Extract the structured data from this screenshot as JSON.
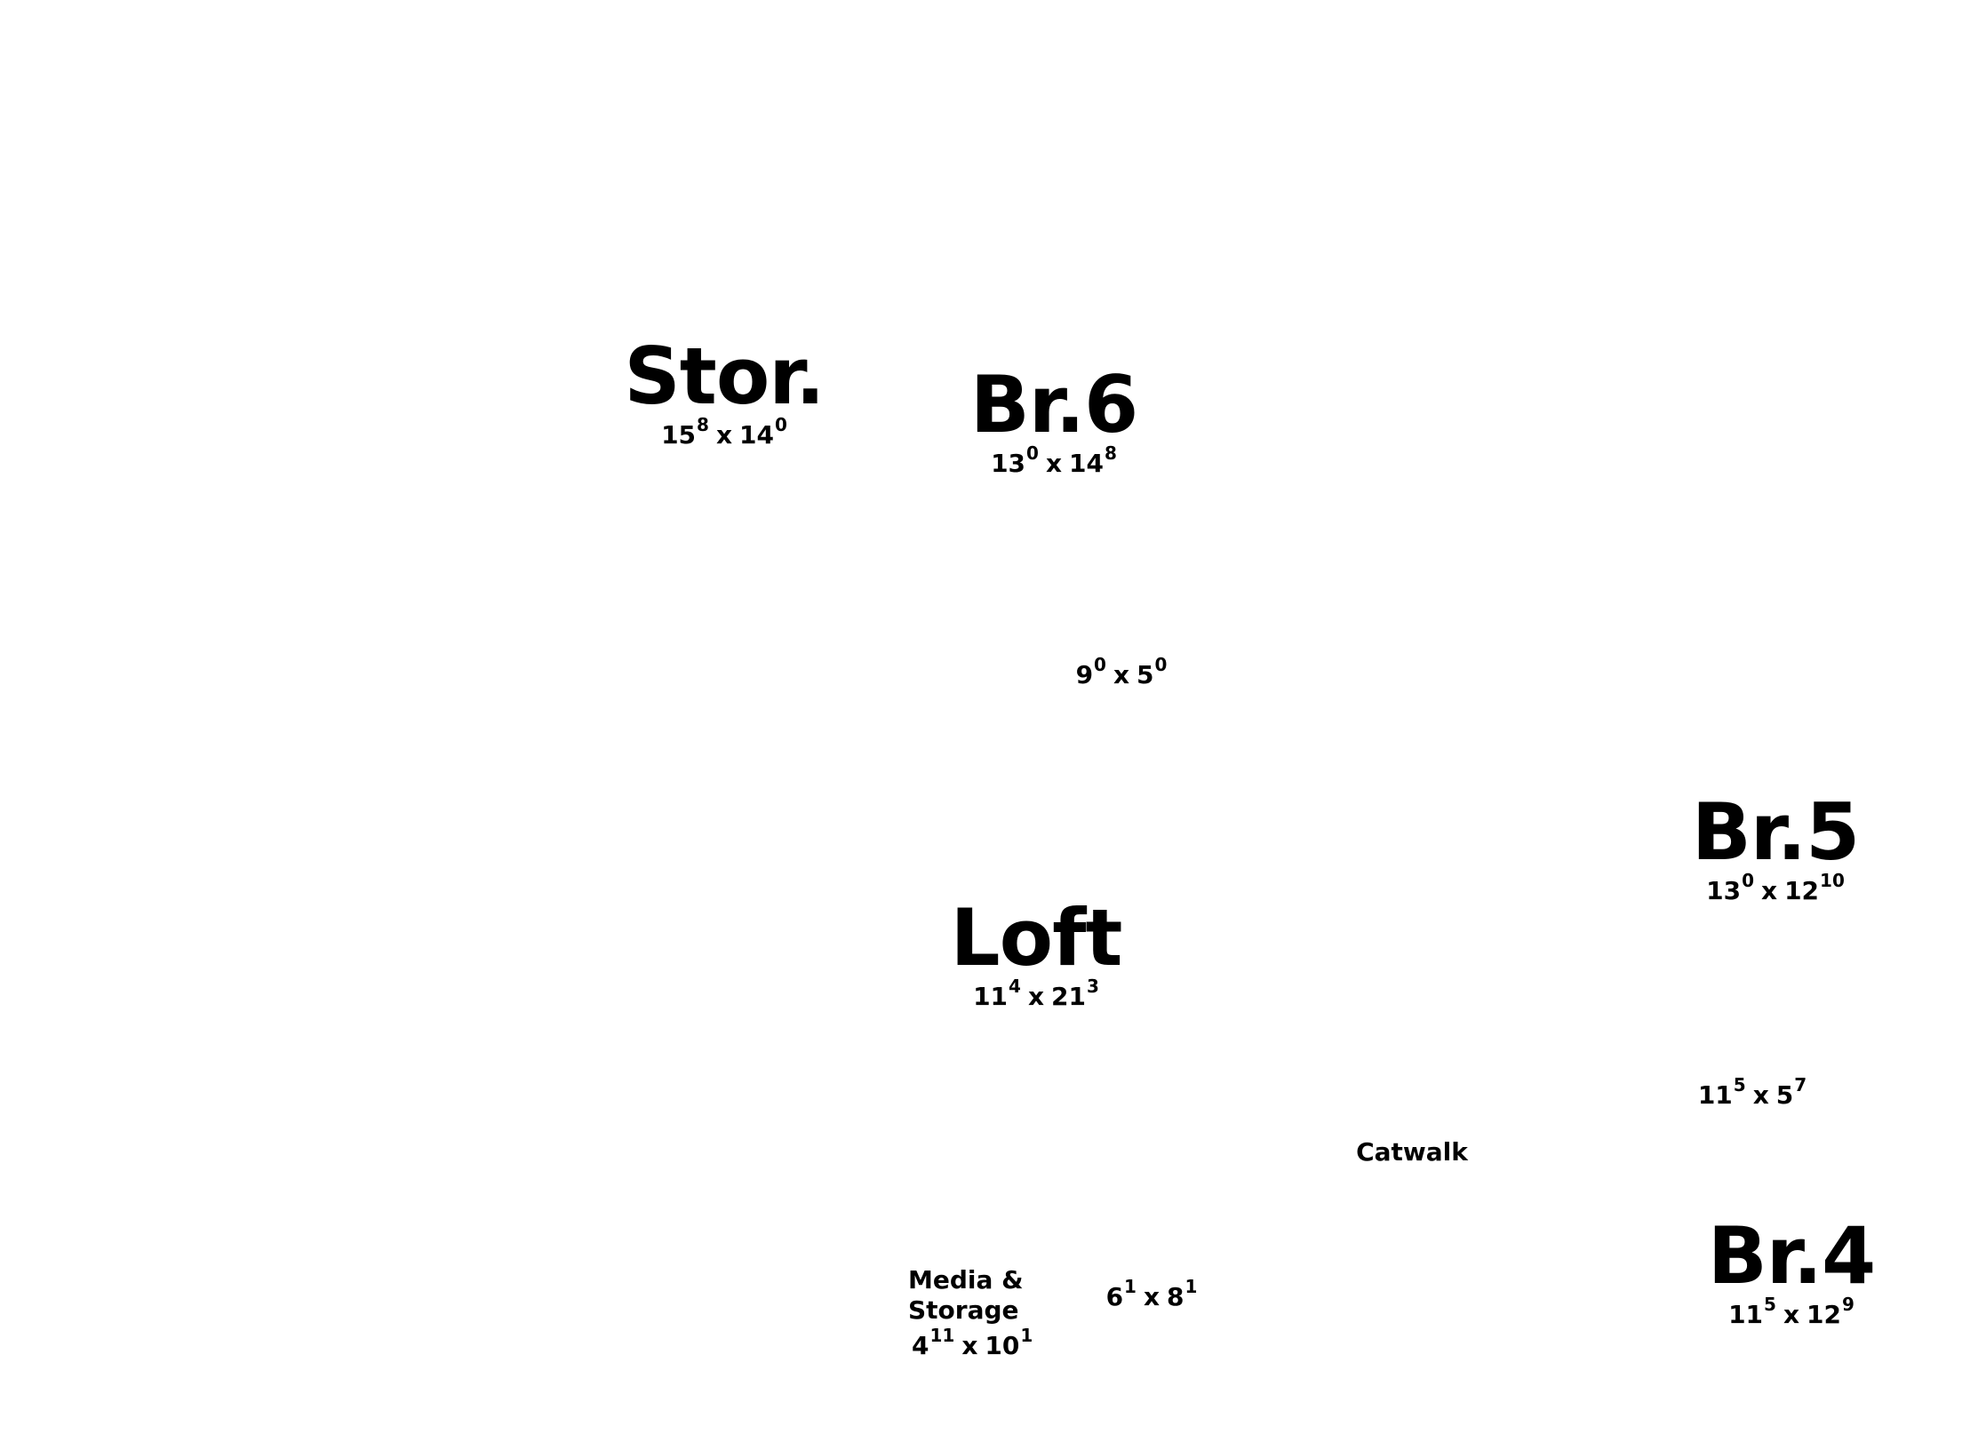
{
  "rooms": [
    {
      "id": "stor",
      "name": "Stor.",
      "w_ft": "15",
      "w_in": "8",
      "l_ft": "14",
      "l_in": "0"
    },
    {
      "id": "br6",
      "name": "Br.6",
      "w_ft": "13",
      "w_in": "0",
      "l_ft": "14",
      "l_in": "8"
    },
    {
      "id": "hall",
      "name": "",
      "w_ft": "9",
      "w_in": "0",
      "l_ft": "5",
      "l_in": "0"
    },
    {
      "id": "br5",
      "name": "Br.5",
      "w_ft": "13",
      "w_in": "0",
      "l_ft": "12",
      "l_in": "10"
    },
    {
      "id": "loft",
      "name": "Loft",
      "w_ft": "11",
      "w_in": "4",
      "l_ft": "21",
      "l_in": "3"
    },
    {
      "id": "bath",
      "name": "",
      "w_ft": "11",
      "w_in": "5",
      "l_ft": "5",
      "l_in": "7"
    },
    {
      "id": "catwalk",
      "name": "Catwalk"
    },
    {
      "id": "br4",
      "name": "Br.4",
      "w_ft": "11",
      "w_in": "5",
      "l_ft": "12",
      "l_in": "9"
    },
    {
      "id": "media",
      "name_line1": "Media &",
      "name_line2": "Storage",
      "w_ft": "4",
      "w_in": "11",
      "l_ft": "10",
      "l_in": "1"
    },
    {
      "id": "closet",
      "name": "",
      "w_ft": "6",
      "w_in": "1",
      "l_ft": "8",
      "l_in": "1"
    }
  ],
  "dimension_separator": "x"
}
